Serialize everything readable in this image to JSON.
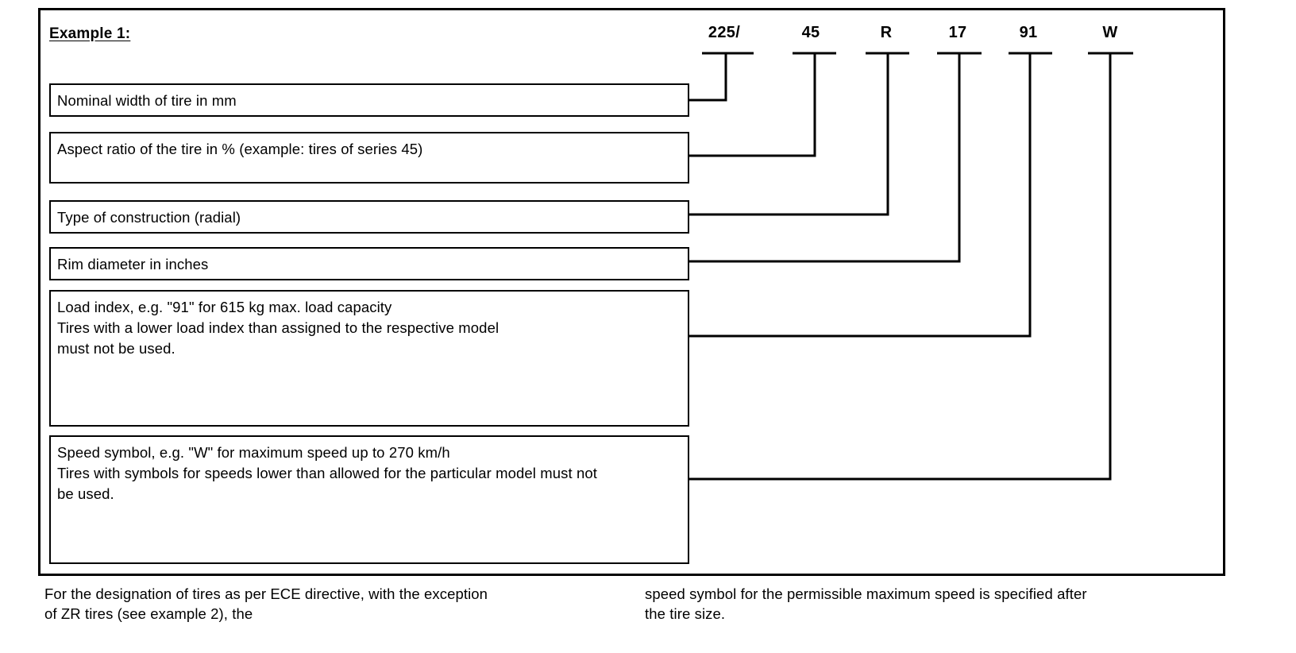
{
  "heading": "Example 1:",
  "tire_code": {
    "segments": [
      {
        "name": "nominal-width",
        "text": "225/"
      },
      {
        "name": "aspect-ratio",
        "text": "45"
      },
      {
        "name": "construction",
        "text": "R"
      },
      {
        "name": "rim-diameter",
        "text": "17"
      },
      {
        "name": "load-index",
        "text": "91"
      },
      {
        "name": "speed-symbol",
        "text": "W"
      }
    ]
  },
  "descriptions": [
    {
      "name": "nominal-width",
      "lines": [
        "Nominal width of tire in mm"
      ]
    },
    {
      "name": "aspect-ratio",
      "lines": [
        "Aspect ratio of the tire in % (example: tires of series 45)"
      ]
    },
    {
      "name": "construction",
      "lines": [
        "Type of construction (radial)"
      ]
    },
    {
      "name": "rim-diameter",
      "lines": [
        "Rim diameter in inches"
      ]
    },
    {
      "name": "load-index",
      "lines": [
        "Load index, e.g. \"91\" for 615 kg max. load capacity",
        "Tires with a lower load index than assigned to the respective model",
        "must not be used."
      ]
    },
    {
      "name": "speed-symbol",
      "lines": [
        "Speed symbol, e.g. \"W\" for maximum speed up to 270 km/h",
        "Tires with symbols for speeds lower than allowed for the particular model must not",
        "be used."
      ]
    }
  ],
  "caption": {
    "left": [
      "For the designation of tires as per ECE directive, with the exception",
      "of ZR tires (see example 2), the"
    ],
    "right": [
      "speed symbol for the permissible maximum speed is specified after",
      "the tire size."
    ]
  },
  "colors": {
    "ink": "#000000",
    "paper": "#ffffff"
  }
}
